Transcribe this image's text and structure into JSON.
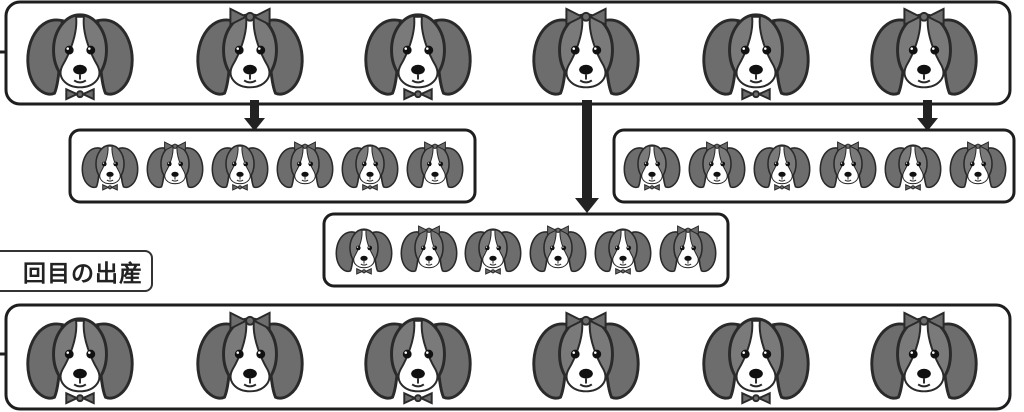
{
  "generation_label": "回目の出産",
  "colors": {
    "ear": "#6d6d6d",
    "face_white": "#ffffff",
    "outline": "#2a2a2a",
    "box": "#1e1e1e"
  },
  "icons": {
    "dog": "beagle-head-icon",
    "dog_bow": "beagle-head-with-bow-icon",
    "arrow": "down-arrow-icon"
  },
  "groups": [
    {
      "id": "parents-top",
      "pattern": [
        "boy",
        "girl",
        "boy",
        "girl",
        "boy",
        "girl"
      ]
    },
    {
      "id": "litter-left",
      "pattern": [
        "boy",
        "girl",
        "boy",
        "girl",
        "boy",
        "girl"
      ]
    },
    {
      "id": "litter-middle",
      "pattern": [
        "boy",
        "girl",
        "boy",
        "girl",
        "boy",
        "girl"
      ]
    },
    {
      "id": "litter-right",
      "pattern": [
        "boy",
        "girl",
        "boy",
        "girl",
        "boy",
        "girl"
      ]
    },
    {
      "id": "parents-bottom",
      "pattern": [
        "boy",
        "girl",
        "boy",
        "girl",
        "boy",
        "girl"
      ]
    }
  ]
}
